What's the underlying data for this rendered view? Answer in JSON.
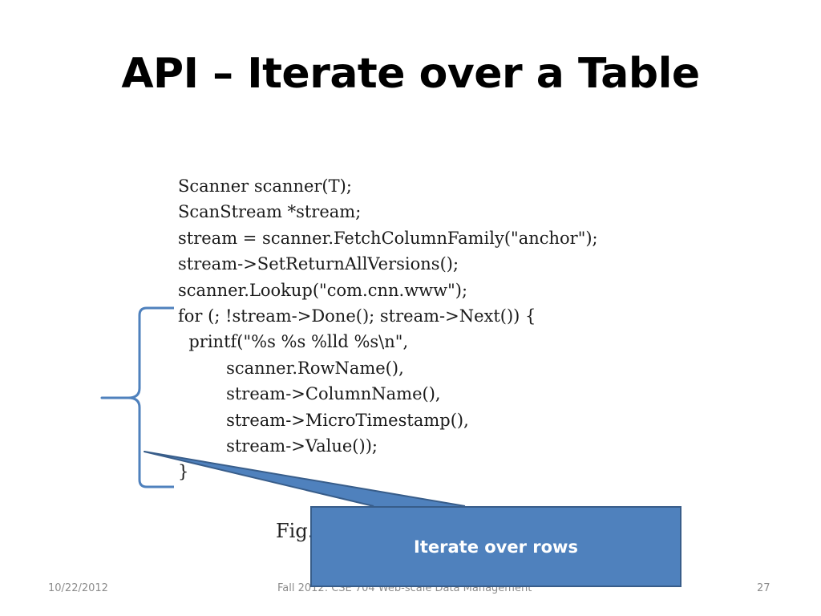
{
  "slide": {
    "title": "API – Iterate over a Table",
    "code_lines": [
      "Scanner scanner(T);",
      "ScanStream *stream;",
      "stream = scanner.FetchColumnFamily(\"anchor\");",
      "stream->SetReturnAllVersions();",
      "scanner.Lookup(\"com.cnn.www\");",
      "for (; !stream->Done(); stream->Next()) {",
      "  printf(\"%s %s %lld %s\\n\",",
      "         scanner.RowName(),",
      "         stream->ColumnName(),",
      "         stream->MicroTimestamp(),",
      "         stream->Value());",
      "}"
    ],
    "figure_caption": "Fig.",
    "callout": {
      "text": "Iterate over rows"
    },
    "colors": {
      "brace": "#4f81bd",
      "callout_fill": "#4f81bd",
      "callout_border": "#385d8a",
      "callout_text": "#ffffff"
    },
    "footer": {
      "date": "10/22/2012",
      "course": "Fall 2012: CSE 704 Web-scale Data Management",
      "page_number": "27"
    }
  }
}
